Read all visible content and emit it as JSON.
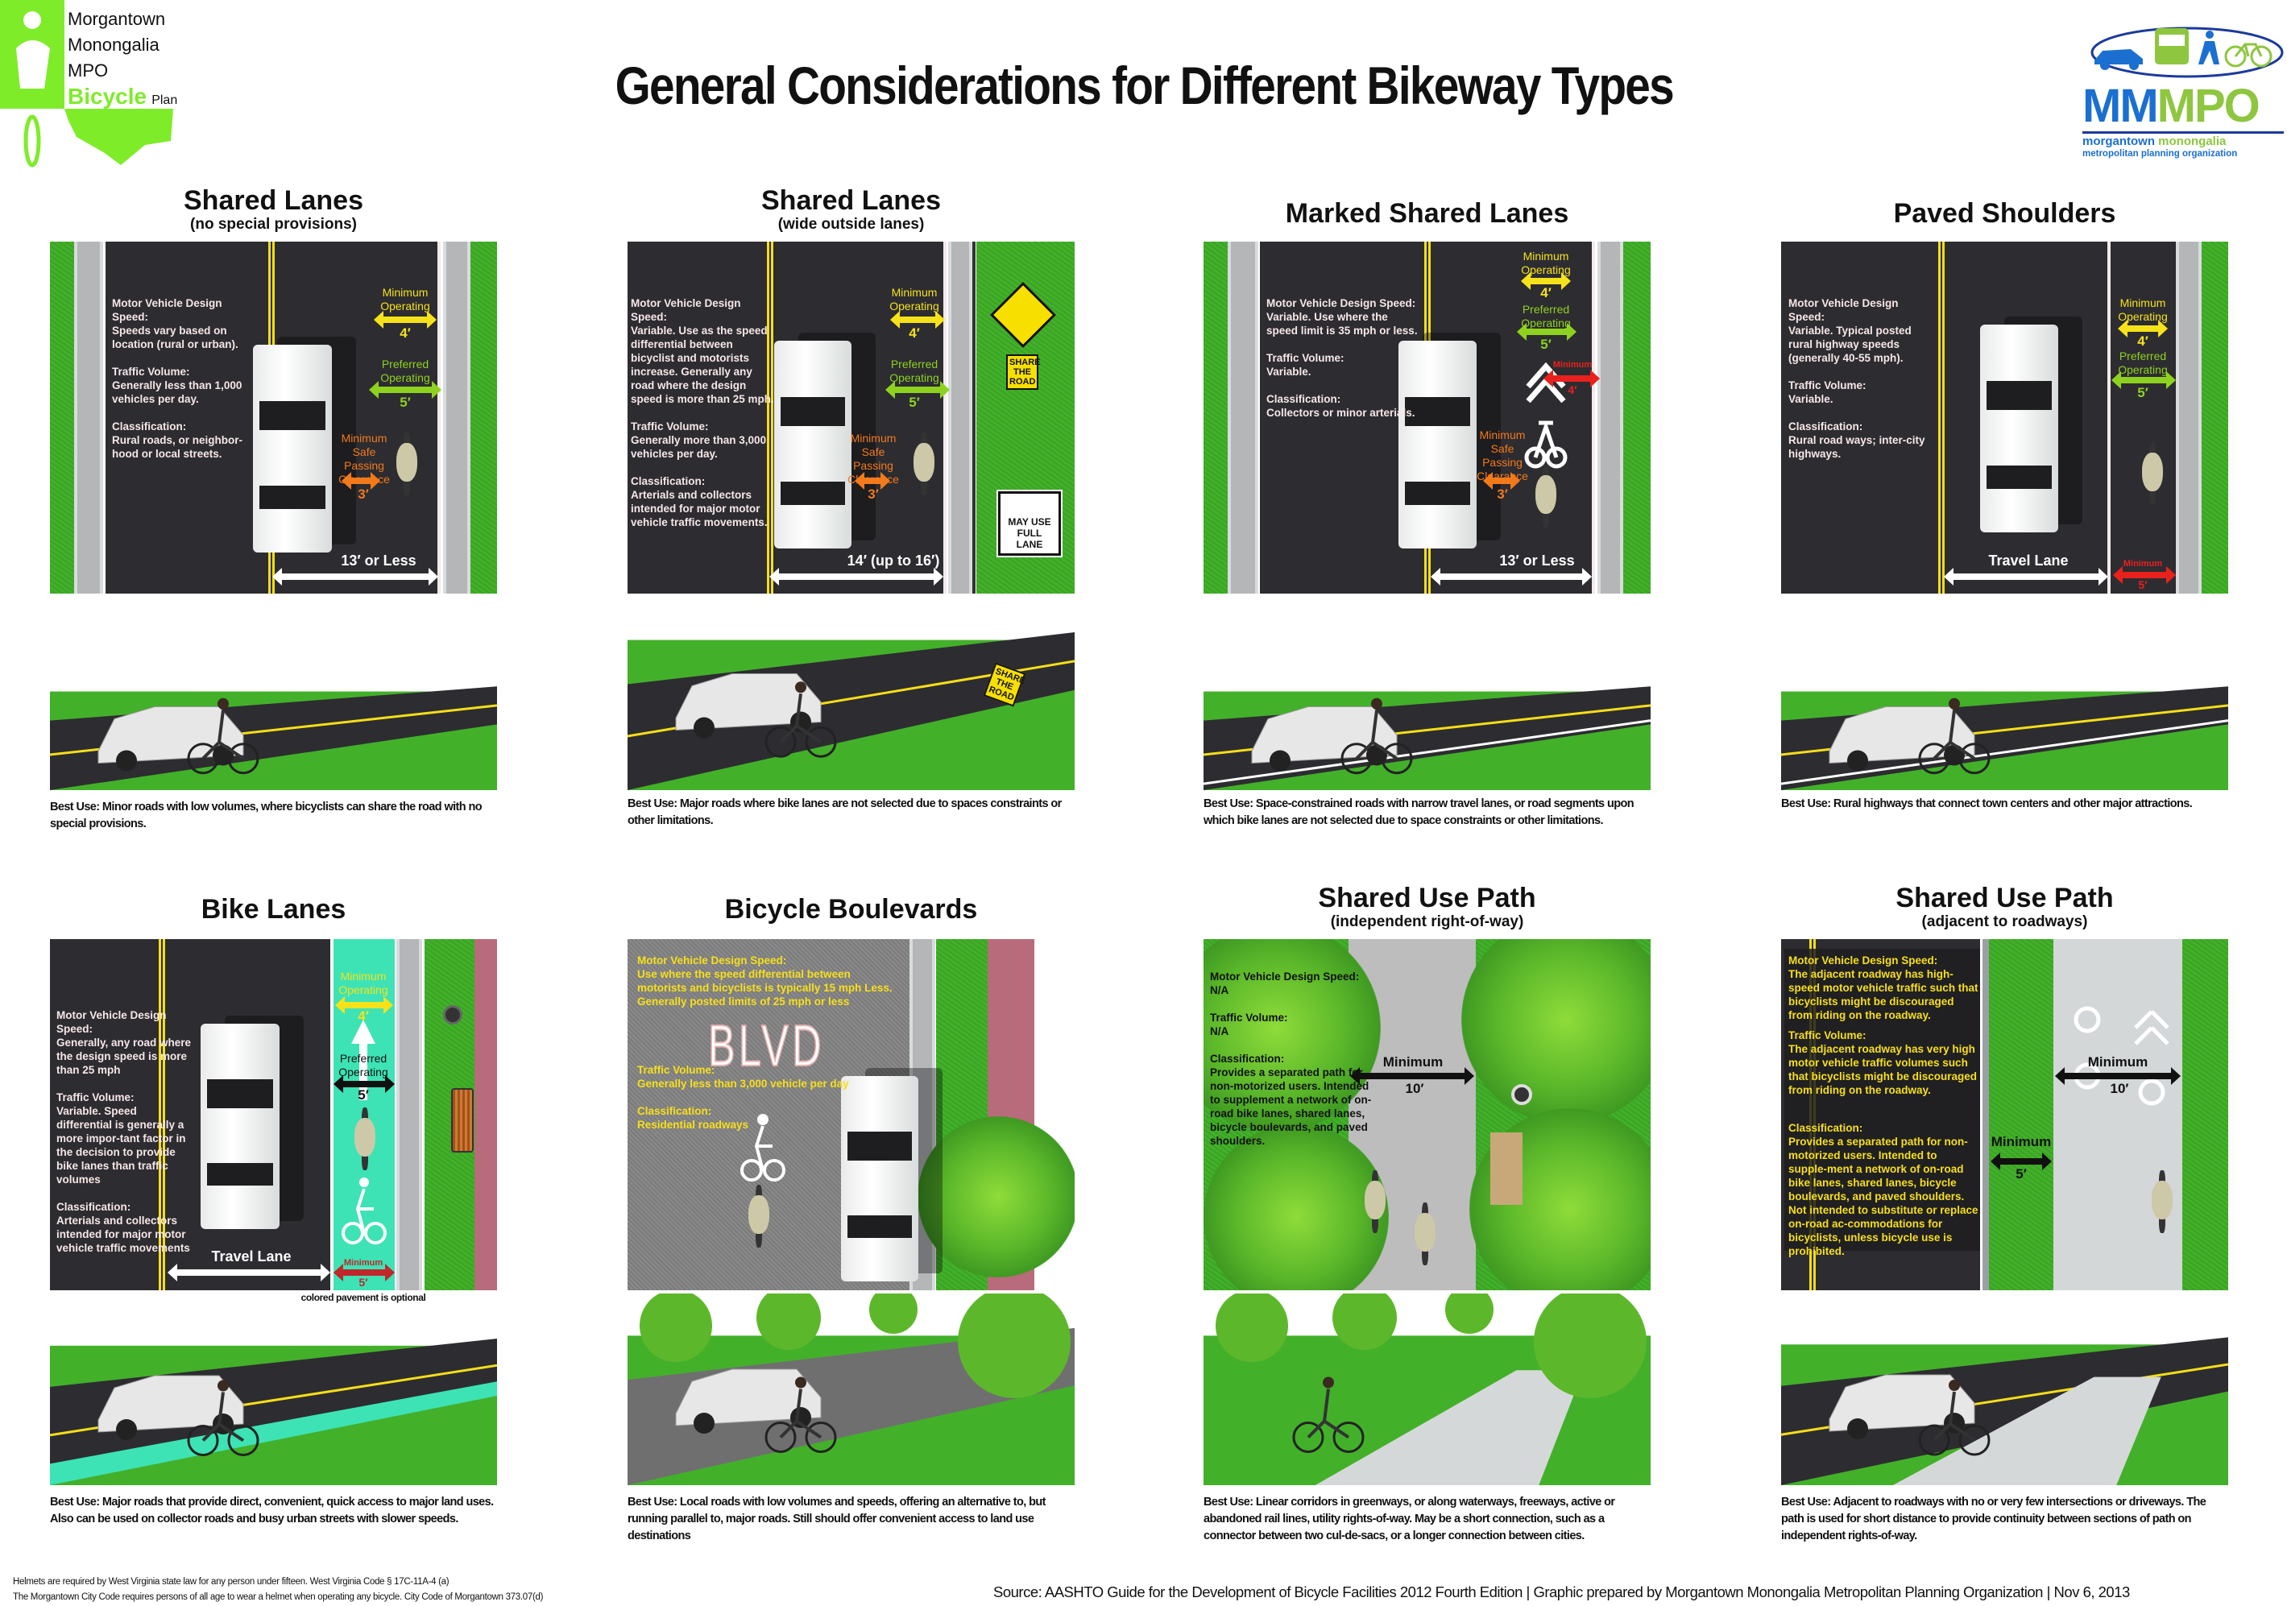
{
  "header": {
    "title": "General Considerations for Different Bikeway Types"
  },
  "logo_left": {
    "line1": "Morgantown",
    "line2": "Monongalia",
    "line3": "MPO",
    "bicycle": "Bicycle",
    "plan": "Plan"
  },
  "logo_right": {
    "mm": "MM",
    "mpo": "MPO",
    "line1a": "morgantown",
    "line1b": "monongalia",
    "line2": "metropolitan planning organization"
  },
  "labels": {
    "speed": "Motor Vehicle Design Speed:",
    "volume": "Traffic Volume:",
    "class": "Classification:",
    "min_op": "Minimum Operating",
    "pref_op": "Preferred Operating",
    "safe": "Minimum Safe Passing Clearance",
    "minimum": "Minimum",
    "travel": "Travel Lane"
  },
  "panels": [
    {
      "title": "Shared Lanes",
      "subtitle": "(no special provisions)",
      "speed": "Speeds vary based on location (rural or urban).",
      "volume": "Generally less than 1,000 vehicles per day.",
      "class": "Rural roads, or neighbor-hood or local streets.",
      "min_op_val": "4′",
      "pref_val": "5′",
      "safe_val": "3′",
      "width": "13′ or Less",
      "best_use": "Best Use: Minor roads with low volumes, where bicyclists can share the road with no special provisions."
    },
    {
      "title": "Shared Lanes",
      "subtitle": "(wide outside lanes)",
      "speed": "Variable. Use as the speed differential between bicyclist and motorists increase. Generally any road where the design speed is more than 25 mph.",
      "volume": "Generally more than 3,000 vehicles per day.",
      "class": "Arterials and collectors intended for major motor vehicle traffic movements.",
      "min_op_val": "4′",
      "pref_val": "5′",
      "safe_val": "3′",
      "width": "14′ (up to 16′)",
      "sign1": "SHARE THE ROAD",
      "sign2": "MAY USE FULL LANE",
      "sign3": "SHARE THE ROAD",
      "best_use": "Best Use: Major roads where bike lanes are not selected due to spaces constraints or other limitations."
    },
    {
      "title": "Marked Shared Lanes",
      "speed": "Variable. Use where the speed limit is 35 mph or less.",
      "volume": "Variable.",
      "class": "Collectors or minor arterials.",
      "min_op_val": "4′",
      "pref_val": "5′",
      "min_val": "4′",
      "safe_val": "3′",
      "width": "13′ or Less",
      "best_use": "Best Use: Space-constrained roads with narrow travel lanes, or road segments upon which bike lanes are not selected due to space constraints or other limitations."
    },
    {
      "title": "Paved Shoulders",
      "speed": "Variable. Typical posted rural highway speeds (generally 40-55 mph).",
      "volume": "Variable.",
      "class": "Rural road ways; inter-city highways.",
      "min_op_val": "4′",
      "pref_val": "5′",
      "min_val": "5′",
      "best_use": "Best Use: Rural highways that connect town centers and other major attractions."
    },
    {
      "title": "Bike Lanes",
      "speed": "Generally, any road where the design speed is more than 25 mph",
      "volume": "Variable. Speed differential is generally a more impor-tant factor in the decision to provide bike lanes than traffic volumes",
      "class": "Arterials and collectors intended for major motor vehicle traffic movements",
      "min_op_val": "4′",
      "pref_val": "5′",
      "min_val": "5′",
      "note": "colored pavement is optional",
      "best_use": "Best Use: Major roads that provide direct, convenient, quick access to major land uses. Also can be used on collector roads and busy urban streets with slower speeds."
    },
    {
      "title": "Bicycle Boulevards",
      "speed": "Use where the speed differential between motorists and bicyclists is typically 15 mph Less. Generally posted limits of 25 mph or less",
      "volume": "Generally less than 3,000 vehicle per day",
      "class": "Residential roadways",
      "marking": "BLVD",
      "best_use": "Best Use: Local roads with low volumes and speeds, offering an alternative to, but running parallel to, major roads. Still should offer convenient access to land use destinations"
    },
    {
      "title": "Shared Use Path",
      "subtitle": "(independent right-of-way)",
      "speed": "N/A",
      "volume": "N/A",
      "class": "Provides a separated path for non-motorized users. Intended to supplement a network of on-road bike lanes, shared lanes, bicycle boulevards, and paved shoulders.",
      "min_val": "10′",
      "best_use": "Best Use: Linear corridors in greenways, or along waterways, freeways, active or abandoned rail lines, utility rights-of-way. May be a short connection, such as a connector between two cul-de-sacs, or a longer connection between cities."
    },
    {
      "title": "Shared Use Path",
      "subtitle": "(adjacent to roadways)",
      "speed": "The adjacent roadway has high-speed motor vehicle traffic such that bicyclists might be discouraged from riding on the roadway.",
      "volume": "The adjacent roadway has very high motor vehicle traffic volumes such that bicyclists might be discouraged from riding on the roadway.",
      "class": "Provides a separated path for non-motorized users. Intended to supple-ment a network of on-road bike lanes, shared lanes, bicycle boulevards, and paved shoulders. Not intended to substitute or replace on-road ac-commodations for bicyclists, unless bicycle use is prohibited.",
      "min_val": "10′",
      "min2_val": "5′",
      "best_use": "Best Use: Adjacent to roadways with no or very few intersections or driveways. The path is used for short distance to provide continuity between sections of path on independent rights-of-way."
    }
  ],
  "footer": {
    "helmet1": "Helmets are required by West Virginia state law for any person under fifteen. West Virginia Code § 17C-11A-4 (a)",
    "helmet2": "The Morgantown City Code requires persons of all age to wear a helmet when operating any bicycle. City Code of Morgantown 373.07(d)",
    "source": "Source: AASHTO Guide for the Development of Bicycle Facilities 2012 Fourth Edition | Graphic prepared by Morgantown Monongalia Metropolitan Planning Organization  | Nov 6, 2013"
  },
  "colors": {
    "asphalt": "#2d2c31",
    "grass": "#43b02a",
    "min_operating": "#f5e21a",
    "preferred": "#8ed21f",
    "safe_passing": "#f27a1a",
    "minimum": "#e8211d",
    "bike_lane": "#3de3b5",
    "logo_green": "#8ed21f",
    "logo_blue": "#1b6fd1"
  }
}
